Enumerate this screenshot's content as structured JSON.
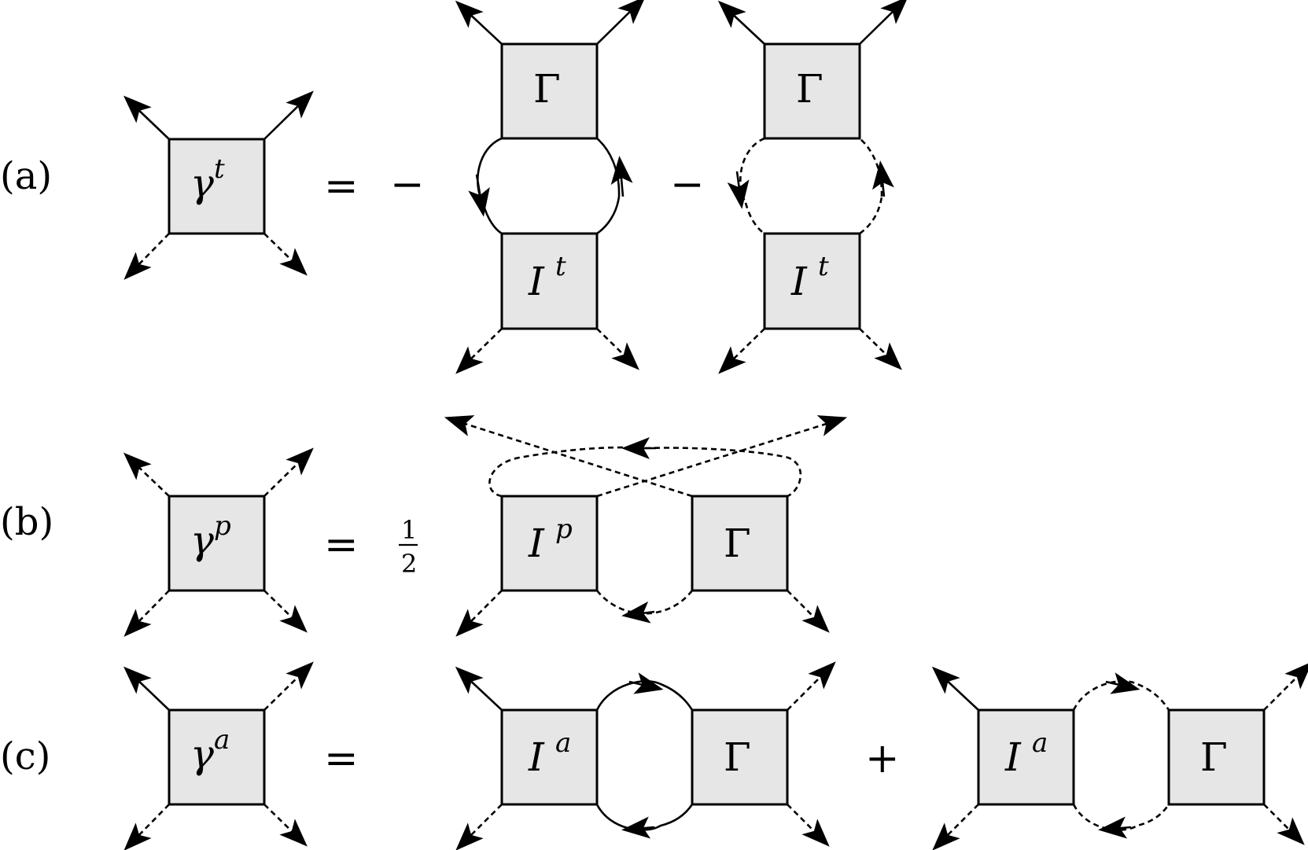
{
  "rows": [
    {
      "label": "(a)",
      "lhs": {
        "base": "γ",
        "sup": "t"
      },
      "equals": "=",
      "terms": [
        {
          "sign": "−",
          "top": {
            "base": "Γ",
            "sup": ""
          },
          "bottom": {
            "base": "I",
            "sup": "t"
          }
        },
        {
          "sign": "−",
          "top": {
            "base": "Γ",
            "sup": ""
          },
          "bottom": {
            "base": "I",
            "sup": "t"
          }
        }
      ]
    },
    {
      "label": "(b)",
      "lhs": {
        "base": "γ",
        "sup": "p"
      },
      "equals": "=",
      "prefactor": {
        "numerator": "1",
        "denominator": "2"
      },
      "terms": [
        {
          "left": {
            "base": "I",
            "sup": "p"
          },
          "right": {
            "base": "Γ",
            "sup": ""
          }
        }
      ]
    },
    {
      "label": "(c)",
      "lhs": {
        "base": "γ",
        "sup": "a"
      },
      "equals": "=",
      "terms": [
        {
          "left": {
            "base": "I",
            "sup": "a"
          },
          "right": {
            "base": "Γ",
            "sup": ""
          }
        },
        {
          "sign": "+",
          "left": {
            "base": "I",
            "sup": "a"
          },
          "right": {
            "base": "Γ",
            "sup": ""
          }
        }
      ]
    }
  ]
}
